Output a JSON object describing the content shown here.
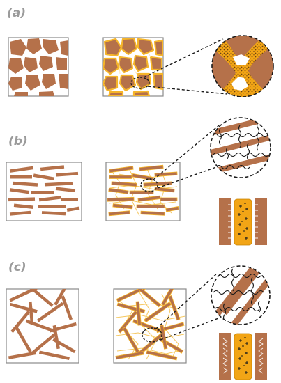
{
  "labels": {
    "a": "(a)",
    "b": "(b)",
    "c": "(c)"
  },
  "colors": {
    "particle": "#b5714a",
    "binder": "#f2a516",
    "binder_light": "#ffe3a3",
    "box_border": "#8a8a8a",
    "dashes": "#1a1a1a",
    "glyph": "#1a1a1a"
  },
  "icons": [
    "granular-particles-icon",
    "flake-particles-icon",
    "rod-particles-icon",
    "zoom-circle-icon",
    "electrode-cell-icon"
  ]
}
